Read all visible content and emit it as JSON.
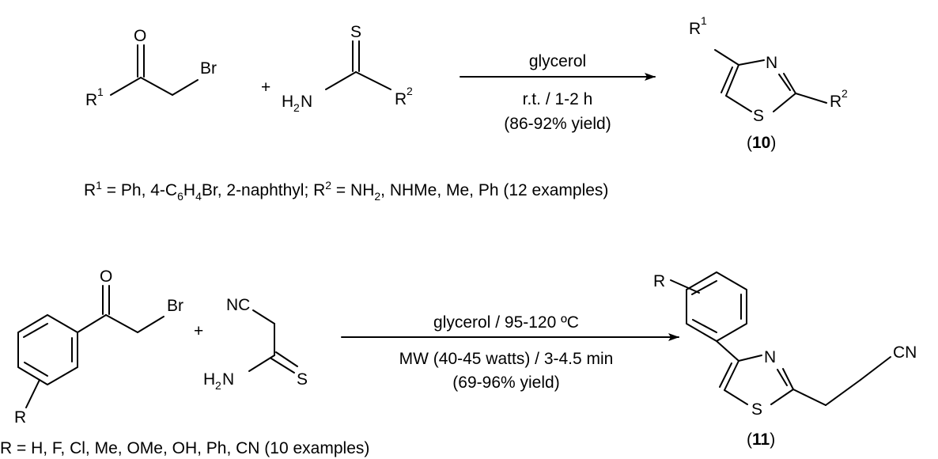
{
  "scheme1": {
    "atoms": {
      "o": "O",
      "br": "Br",
      "r1": "R",
      "r1_sup": "1",
      "plus": "+",
      "s": "S",
      "h2n_h": "H",
      "h2n_2": "2",
      "h2n_n": "N",
      "r2": "R",
      "r2_sup": "2",
      "p_r1": "R",
      "p_r1_sup": "1",
      "p_n": "N",
      "p_s": "S",
      "p_r2": "R",
      "p_r2_sup": "2"
    },
    "conditions": {
      "reagent": "glycerol",
      "time": "r.t. / 1-2 h",
      "yield": "(86-92% yield)"
    },
    "product_label": {
      "open": "(",
      "num": "10",
      "close": ")"
    },
    "scope": {
      "r1": "R",
      "r1_sup": "1",
      "part1": " = Ph, 4-C",
      "sub6": "6",
      "h": "H",
      "sub4": "4",
      "part2": "Br, 2-naphthyl; R",
      "r2_sup": "2",
      "part3": " = NH",
      "sub2": "2",
      "part4": ", NHMe, Me, Ph (12 examples)"
    }
  },
  "scheme2": {
    "atoms": {
      "o": "O",
      "br": "Br",
      "r": "R",
      "plus": "+",
      "nc": "NC",
      "h2n_h": "H",
      "h2n_2": "2",
      "h2n_n": "N",
      "s": "S",
      "p_r": "R",
      "p_n": "N",
      "p_s": "S",
      "p_cn": "CN"
    },
    "conditions": {
      "line1": "glycerol / 95-120 ºC",
      "line2": "MW (40-45 watts) / 3-4.5 min",
      "yield": "(69-96% yield)"
    },
    "product_label": {
      "open": "(",
      "num": "11",
      "close": ")"
    },
    "scope": "R = H, F, Cl, Me, OMe, OH, Ph, CN (10 examples)"
  }
}
